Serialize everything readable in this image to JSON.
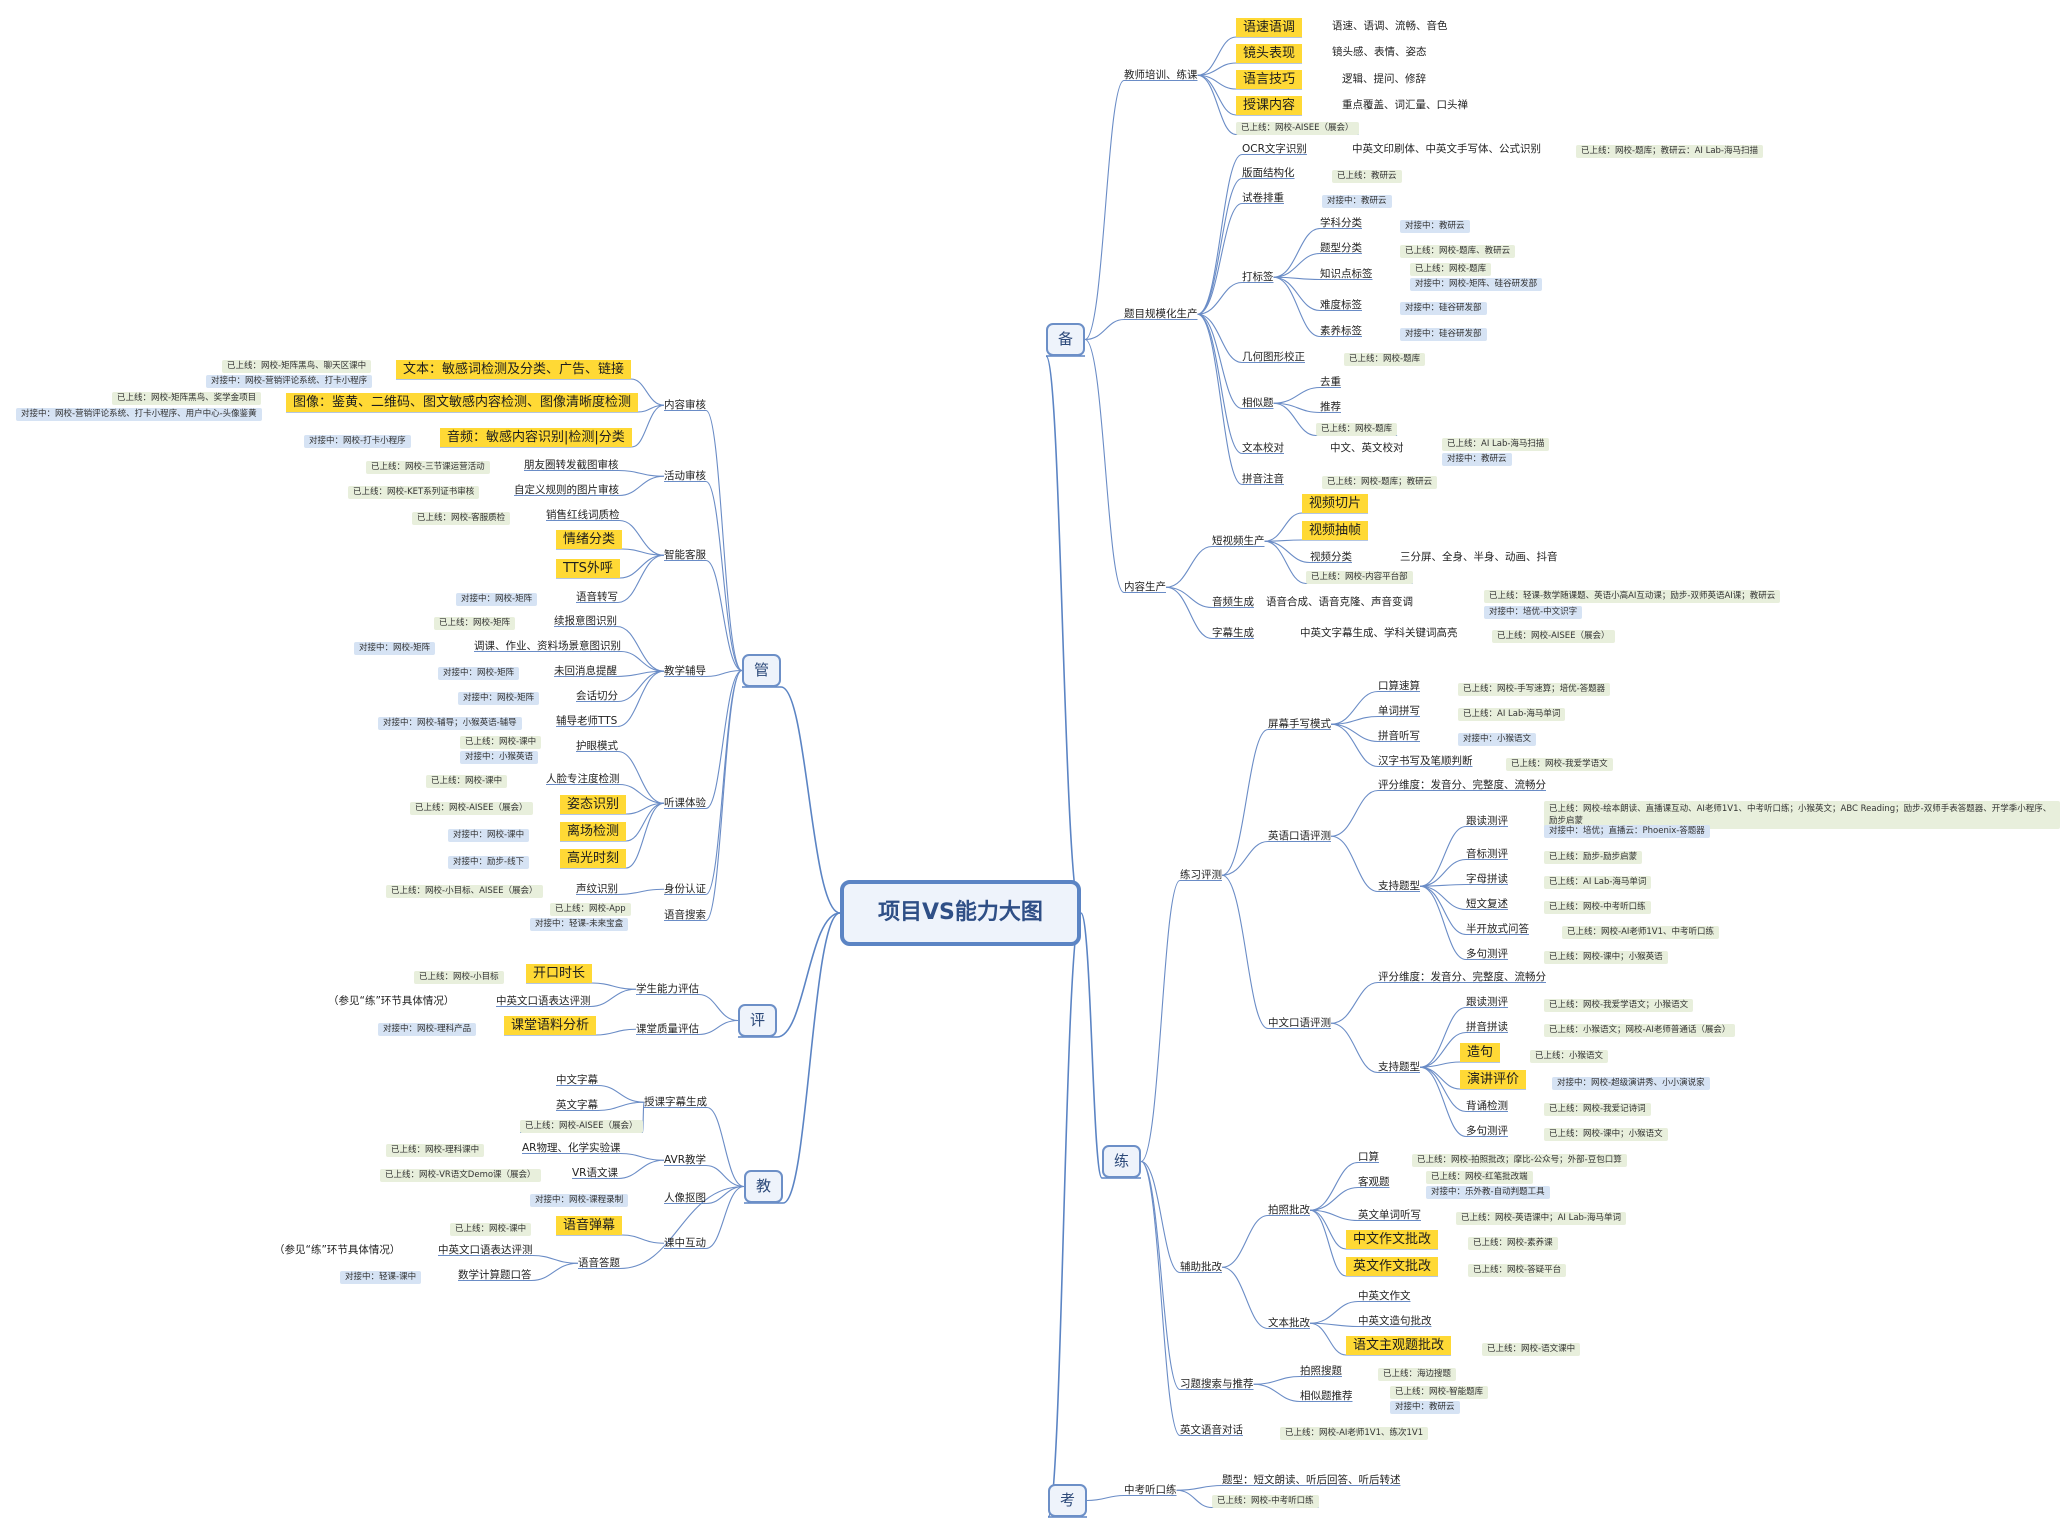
{
  "root": "项目VS能力大图",
  "branches": {
    "bei": {
      "label": "备",
      "jiaoshi": {
        "label": "教师培训、练课",
        "items": [
          {
            "label": "语速语调",
            "desc": "语速、语调、流畅、音色"
          },
          {
            "label": "镜头表现",
            "desc": "镜头感、表情、姿态"
          },
          {
            "label": "语言技巧",
            "desc": "逻辑、提问、修辞"
          },
          {
            "label": "授课内容",
            "desc": "重点覆盖、词汇量、口头禅"
          }
        ],
        "status": "已上线：网校-AISEE（展会）"
      },
      "timu": {
        "label": "题目规模化生产",
        "ocr": {
          "label": "OCR文字识别",
          "desc": "中英文印刷体、中英文手写体、公式识别",
          "status": "已上线：网校-题库；教研云：AI Lab-海马扫描"
        },
        "banmian": {
          "label": "版面结构化",
          "status": "已上线：教研云"
        },
        "shijuan": {
          "label": "试卷排重",
          "status": "对接中：教研云"
        },
        "dabiaoqian": {
          "label": "打标签",
          "xueke": {
            "label": "学科分类",
            "status": "对接中：教研云"
          },
          "tixing": {
            "label": "题型分类",
            "status": "已上线：网校-题库、教研云"
          },
          "zhishi": {
            "label": "知识点标签",
            "status1": "已上线：网校-题库",
            "status2": "对接中：网校-矩阵、硅谷研发部"
          },
          "nandu": {
            "label": "难度标签",
            "status": "对接中：硅谷研发部"
          },
          "suyang": {
            "label": "素养标签",
            "status": "对接中：硅谷研发部"
          }
        },
        "jihe": {
          "label": "几何图形校正",
          "status": "已上线：网校-题库"
        },
        "xiangsi": {
          "label": "相似题",
          "quchong": "去重",
          "tuijian": "推荐",
          "status": "已上线：网校-题库"
        },
        "wenben": {
          "label": "文本校对",
          "desc": "中文、英文校对",
          "status1": "已上线：AI Lab-海马扫描",
          "status2": "对接中：教研云"
        },
        "pinyin": {
          "label": "拼音注音",
          "status": "已上线：网校-题库；教研云"
        }
      },
      "neirong": {
        "label": "内容生产",
        "duanshipin": {
          "label": "短视频生产",
          "qiepian": "视频切片",
          "chouzhen": "视频抽帧",
          "fenlei": {
            "label": "视频分类",
            "desc": "三分屏、全身、半身、动画、抖音"
          },
          "status": "已上线：网校-内容平台部"
        },
        "yinpin": {
          "label": "音频生成",
          "desc": "语音合成、语音克隆、声音变调",
          "status1": "已上线：轻课-数学随课题、英语小高AI互动课；励步-双师英语AI课；教研云",
          "status2": "对接中：培优-中文识字"
        },
        "zimu": {
          "label": "字幕生成",
          "desc": "中英文字幕生成、学科关键词高亮",
          "status": "已上线：网校-AISEE（展会）"
        }
      }
    },
    "lian": {
      "label": "练",
      "pingce": {
        "label": "练习评测",
        "pingmu": {
          "label": "屏幕手写模式",
          "items": [
            {
              "label": "口算速算",
              "status": "已上线：网校-手写速算；培优-答题器"
            },
            {
              "label": "单词拼写",
              "status": "已上线：AI Lab-海马单词"
            },
            {
              "label": "拼音听写",
              "status": "对接中：小猴语文"
            },
            {
              "label": "汉字书写及笔顺判断",
              "status": "已上线：网校-我爱学语文"
            }
          ]
        },
        "yingyu": {
          "label": "英语口语评测",
          "weidu": "评分维度：发音分、完整度、流畅分",
          "zhichi": "支持题型",
          "items": [
            {
              "label": "跟读测评",
              "status": "已上线：网校-绘本朗读、直播课互动、AI老师1V1、中考听口练；小猴英文；ABC Reading；励步-双师手表答题器、开学季小程序、励步启蒙",
              "status2": "对接中：培优；直播云：Phoenix-答题器"
            },
            {
              "label": "音标测评",
              "status": "已上线：励步-励步启蒙"
            },
            {
              "label": "字母拼读",
              "status": "已上线：AI Lab-海马单词"
            },
            {
              "label": "短文复述",
              "status": "已上线：网校-中考听口练"
            },
            {
              "label": "半开放式问答",
              "status": "已上线：网校-AI老师1V1、中考听口练"
            },
            {
              "label": "多句测评",
              "status": "已上线：网校-课中；小猴英语"
            }
          ]
        },
        "zhongwen": {
          "label": "中文口语评测",
          "weidu": "评分维度：发音分、完整度、流畅分",
          "zhichi": "支持题型",
          "items": [
            {
              "label": "跟读测评",
              "status": "已上线：网校-我爱学语文；小猴语文"
            },
            {
              "label": "拼音拼读",
              "status": "已上线：小猴语文；网校-AI老师普通话（展会）"
            },
            {
              "label": "造句",
              "status": "已上线：小猴语文"
            },
            {
              "label": "演讲评价",
              "status": "对接中：网校-超级演讲秀、小小演说家"
            },
            {
              "label": "背诵检测",
              "status": "已上线：网校-我爱记诗词"
            },
            {
              "label": "多句测评",
              "status": "已上线：网校-课中；小猴语文"
            }
          ]
        }
      },
      "fuzhu": {
        "label": "辅助批改",
        "paizhao": {
          "label": "拍照批改",
          "kousuan": {
            "label": "口算",
            "status": "已上线：网校-拍照批改；摩比-公众号；外部-豆包口算"
          },
          "keguan": {
            "label": "客观题",
            "status1": "已上线：网校-红笔批改端",
            "status2": "对接中：乐外教-自动判题工具"
          },
          "danci": {
            "label": "英文单词听写",
            "status": "已上线：网校-英语课中；AI Lab-海马单词"
          },
          "zwzuowen": {
            "label": "中文作文批改",
            "status": "已上线：网校-素养课"
          },
          "ywzuowen": {
            "label": "英文作文批改",
            "status": "已上线：网校-答疑平台"
          }
        },
        "wenben": {
          "label": "文本批改",
          "a": "中英文作文",
          "b": "中英文造句批改",
          "c": {
            "label": "语文主观题批改",
            "status": "已上线：网校-语文课中"
          }
        }
      },
      "xiti": {
        "label": "习题搜索与推荐",
        "paizhao": {
          "label": "拍照搜题",
          "status": "已上线：海边搜题"
        },
        "xiangsi": {
          "label": "相似题推荐",
          "status1": "已上线：网校-智能题库",
          "status2": "对接中：教研云"
        }
      },
      "yingwen": {
        "label": "英文语音对话",
        "status": "已上线：网校-AI老师1V1、练次1V1"
      }
    },
    "kao": {
      "label": "考",
      "zhongkao": {
        "label": "中考听口练",
        "desc": "题型：短文朗读、听后回答、听后转述",
        "status": "已上线：网校-中考听口练"
      }
    },
    "guan": {
      "label": "管",
      "neirong": {
        "label": "内容审核",
        "wenben": {
          "label": "文本：敏感词检测及分类、广告、链接",
          "status1": "已上线：网校-矩阵黑鸟、聊天区课中",
          "status2": "对接中：网校-营销评论系统、打卡小程序"
        },
        "tuxiang": {
          "label": "图像：鉴黄、二维码、图文敏感内容检测、图像清晰度检测",
          "status1": "已上线：网校-矩阵黑鸟、奖学金项目",
          "status2": "对接中：网校-营销评论系统、打卡小程序、用户中心-头像鉴黄"
        },
        "yinpin": {
          "label": "音频：敏感内容识别|检测|分类",
          "status": "对接中：网校-打卡小程序"
        }
      },
      "huodong": {
        "label": "活动审核",
        "pengyouquan": {
          "label": "朋友圈转发截图审核",
          "status": "已上线：网校-三节课运营活动"
        },
        "zidingyi": {
          "label": "自定义规则的图片审核",
          "status": "已上线：网校-KET系列证书审核"
        }
      },
      "zhineng": {
        "label": "智能客服",
        "xiaoshou": {
          "label": "销售红线词质检",
          "status": "已上线：网校-客服质检"
        },
        "qingxu": "情绪分类",
        "tts": "TTS外呼",
        "zhuanxie": {
          "label": "语音转写",
          "status": "对接中：网校-矩阵"
        }
      },
      "jiaoxue": {
        "label": "教学辅导",
        "items": [
          {
            "label": "续报意图识别",
            "status": "已上线：网校-矩阵"
          },
          {
            "label": "调课、作业、资料场景意图识别",
            "status": "对接中：网校-矩阵"
          },
          {
            "label": "未回消息提醒",
            "status": "对接中：网校-矩阵"
          },
          {
            "label": "会话切分",
            "status": "对接中：网校-矩阵"
          },
          {
            "label": "辅导老师TTS",
            "status": "对接中：网校-辅导；小猴英语-辅导"
          }
        ]
      },
      "tingke": {
        "label": "听课体验",
        "huyan": {
          "label": "护眼模式",
          "status1": "已上线：网校-课中",
          "status2": "对接中：小猴英语"
        },
        "renlian": {
          "label": "人脸专注度检测",
          "status": "已上线：网校-课中"
        },
        "zitai": {
          "label": "姿态识别",
          "status": "已上线：网校-AISEE（展会）"
        },
        "lichang": {
          "label": "离场检测",
          "status": "对接中：网校-课中"
        },
        "gaoguang": {
          "label": "高光时刻",
          "status": "对接中：励步-线下"
        }
      },
      "shenfen": {
        "label": "身份认证",
        "shengwen": "声纹识别",
        "status": "已上线：网校-小目标、AISEE（展会）"
      },
      "yuyin": {
        "label": "语音搜索",
        "status1": "已上线：网校-App",
        "status2": "对接中：轻课-未来宝盒"
      }
    },
    "ping": {
      "label": "评",
      "xuesheng": {
        "label": "学生能力评估",
        "kaikou": {
          "label": "开口时长",
          "status": "已上线：网校-小目标"
        },
        "zhongying": {
          "label": "中英文口语表达评测",
          "note": "（参见“练”环节具体情况）"
        }
      },
      "ketang": {
        "label": "课堂质量评估",
        "yuliao": {
          "label": "课堂语料分析",
          "status": "对接中：网校-理科产品"
        }
      }
    },
    "jiao": {
      "label": "教",
      "zimu": {
        "label": "授课字幕生成",
        "zhongwen": "中文字幕",
        "yingwen": "英文字幕",
        "status": "已上线：网校-AISEE（展会）"
      },
      "avr": {
        "label": "AVR教学",
        "ar": {
          "label": "AR物理、化学实验课",
          "status": "已上线：网校-理科课中"
        },
        "vr": {
          "label": "VR语文课",
          "status": "已上线：网校-VR语文Demo课（展会）"
        }
      },
      "renxiang": {
        "label": "人像抠图",
        "status": "对接中：网校-课程录制"
      },
      "kezhong": {
        "label": "课中互动",
        "danmu": {
          "label": "语音弹幕",
          "status": "已上线：网校-课中"
        }
      },
      "dati": {
        "label": "语音答题",
        "zhongying": {
          "label": "中英文口语表达评测",
          "note": "（参见“练”环节具体情况）"
        },
        "shuxue": {
          "label": "数学计算题口答",
          "status": "对接中：轻课-课中"
        }
      }
    }
  }
}
